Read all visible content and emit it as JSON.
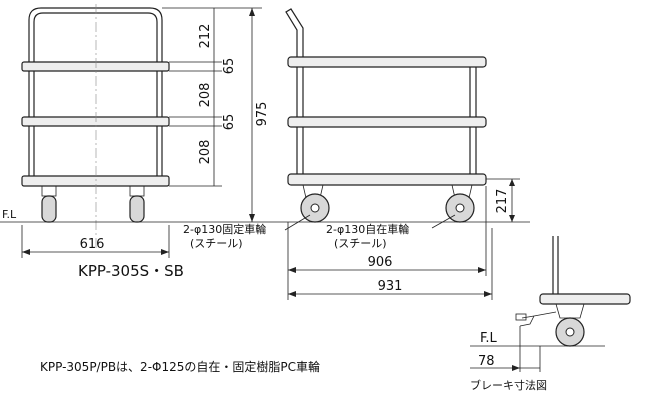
{
  "diagram": {
    "front_view": {
      "dims": {
        "d212": "212",
        "d65a": "65",
        "d208a": "208",
        "d65b": "65",
        "d208b": "208",
        "d975": "975",
        "d616": "616"
      },
      "floor_label": "F.L",
      "model_label": "KPP-305S・SB"
    },
    "side_view": {
      "dims": {
        "d217": "217",
        "d906": "906",
        "d931": "931"
      },
      "fixed_caster_label": "2-φ130固定車輪",
      "fixed_caster_material": "(スチール)",
      "swivel_caster_label": "2-φ130自在車輪",
      "swivel_caster_material": "(スチール)"
    },
    "brake_detail": {
      "floor_label": "F.L",
      "dim": "78",
      "caption": "ブレーキ寸法図"
    },
    "note": "KPP-305P/PBは、2-Φ125の自在・固定樹脂PC車輪"
  }
}
